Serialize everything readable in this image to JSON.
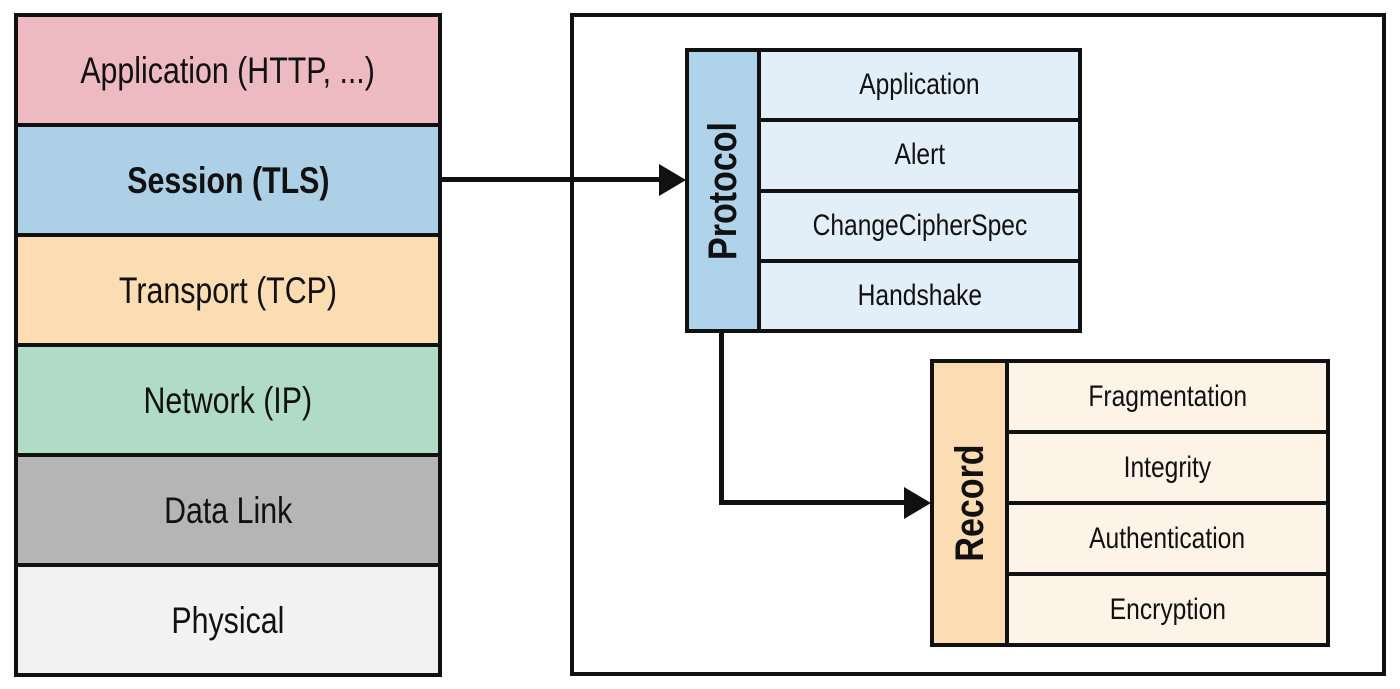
{
  "colors": {
    "border": "#111111",
    "application_layer": "#edbac1",
    "session_layer": "#aed0e6",
    "transport_layer": "#fbdcb3",
    "network_layer": "#b0dcc5",
    "datalink_layer": "#b5b5b5",
    "physical_layer": "#f2f2f2",
    "protocol_label_bg": "#aed3ea",
    "protocol_row_bg": "#e2eef8",
    "record_label_bg": "#fbdcb3",
    "record_row_bg": "#fdf3e6"
  },
  "diagram": {
    "osi_stack": {
      "layers": [
        {
          "label": "Application (HTTP, ...)",
          "color": "#edbac1"
        },
        {
          "label": "Session (TLS)",
          "color": "#aed0e6"
        },
        {
          "label": "Transport (TCP)",
          "color": "#fbdcb3"
        },
        {
          "label": "Network (IP)",
          "color": "#b0dcc5"
        },
        {
          "label": "Data Link",
          "color": "#b5b5b5"
        },
        {
          "label": "Physical",
          "color": "#f2f2f2"
        }
      ]
    },
    "tls_detail": {
      "protocol_group": {
        "label": "Protocol",
        "label_color": "#aed3ea",
        "row_color": "#e2eef8",
        "rows": [
          "Application",
          "Alert",
          "ChangeCipherSpec",
          "Handshake"
        ]
      },
      "record_group": {
        "label": "Record",
        "label_color": "#fbdcb3",
        "row_color": "#fdf3e6",
        "rows": [
          "Fragmentation",
          "Integrity",
          "Authentication",
          "Encryption"
        ]
      }
    }
  }
}
